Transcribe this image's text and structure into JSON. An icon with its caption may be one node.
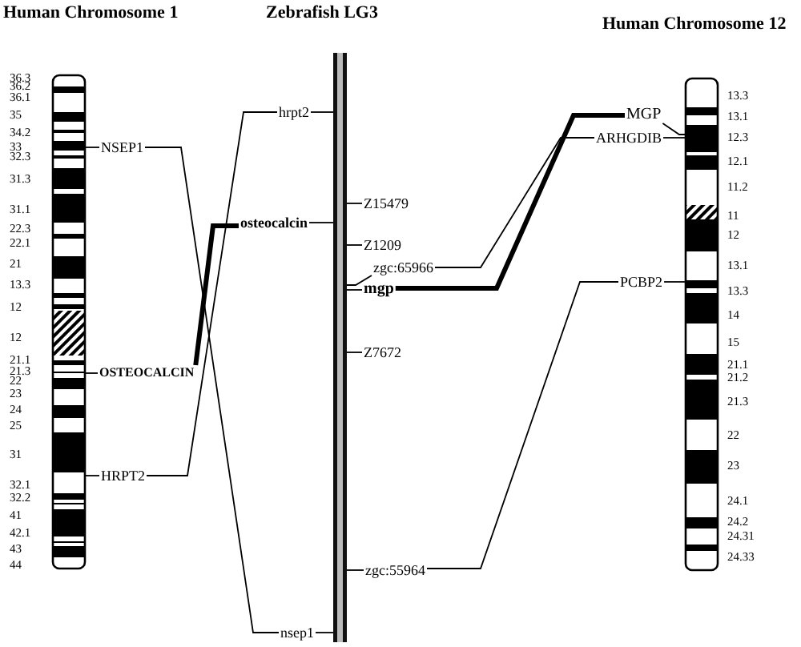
{
  "diagram": {
    "nodes": [
      {
        "text": [],
        "shape": "bar",
        "beside": [
          "36.3",
          "36.2",
          "36.1",
          "35",
          "34.2",
          "33",
          "32.3",
          "31.3",
          "31.1",
          "22.3",
          "22.1",
          "21",
          "13.3",
          "12",
          "12",
          "21.1",
          "21.3",
          "22",
          "23",
          "24",
          "25",
          "31",
          "32.1",
          "32.2",
          "41",
          "42.1",
          "43",
          "44"
        ]
      },
      {
        "text": [],
        "shape": "bar"
      },
      {
        "text": [],
        "shape": "bar",
        "beside": [
          "13.3",
          "13.1",
          "12.3",
          "12.1",
          "11.2",
          "11",
          "12",
          "13.1",
          "13.3",
          "14",
          "15",
          "21.1",
          "21.2",
          "21.3",
          "22",
          "23",
          "24.1",
          "24.2",
          "24.31",
          "24.33"
        ]
      },
      {
        "text": [
          "NSEP1"
        ]
      },
      {
        "text": [
          "OSTEOCALCIN"
        ]
      },
      {
        "text": [
          "HRPT2"
        ]
      },
      {
        "text": [
          "hrpt2"
        ]
      },
      {
        "text": [
          "Z15479"
        ]
      },
      {
        "text": [
          "osteocalcin"
        ]
      },
      {
        "text": [
          "Z1209"
        ]
      },
      {
        "text": [
          "zgc:65966"
        ]
      },
      {
        "text": [
          "mgp"
        ]
      },
      {
        "text": [
          "Z7672"
        ]
      },
      {
        "text": [
          "zgc:55964"
        ]
      },
      {
        "text": [
          "nsep1"
        ]
      },
      {
        "text": [
          "MGP"
        ]
      },
      {
        "text": [
          "ARHGDIB"
        ]
      },
      {
        "text": [
          "PCBP2"
        ]
      }
    ],
    "edges": [
      {
        "from": 3,
        "to": 14,
        "arrow": "none"
      },
      {
        "from": 4,
        "to": 8,
        "arrow": "none",
        "style": "thick"
      },
      {
        "from": 5,
        "to": 6,
        "arrow": "none"
      },
      {
        "from": 15,
        "to": 11,
        "arrow": "none",
        "style": "thick"
      },
      {
        "from": 16,
        "to": 10,
        "arrow": "none"
      },
      {
        "from": 17,
        "to": 13,
        "arrow": "none"
      },
      {
        "from": 3,
        "to": 0,
        "arrow": "none"
      },
      {
        "from": 4,
        "to": 0,
        "arrow": "none"
      },
      {
        "from": 5,
        "to": 0,
        "arrow": "none"
      },
      {
        "from": 6,
        "to": 1,
        "arrow": "none"
      },
      {
        "from": 7,
        "to": 1,
        "arrow": "none"
      },
      {
        "from": 8,
        "to": 1,
        "arrow": "none"
      },
      {
        "from": 9,
        "to": 1,
        "arrow": "none"
      },
      {
        "from": 10,
        "to": 1,
        "arrow": "none"
      },
      {
        "from": 11,
        "to": 1,
        "arrow": "none"
      },
      {
        "from": 12,
        "to": 1,
        "arrow": "none"
      },
      {
        "from": 13,
        "to": 1,
        "arrow": "none"
      },
      {
        "from": 14,
        "to": 1,
        "arrow": "none"
      },
      {
        "from": 15,
        "to": 2,
        "arrow": "none"
      },
      {
        "from": 16,
        "to": 2,
        "arrow": "none"
      },
      {
        "from": 17,
        "to": 2,
        "arrow": "none"
      }
    ],
    "labels": [
      "Human Chromosome 1",
      "Zebrafish LG3",
      "Human Chromosome 12"
    ]
  }
}
